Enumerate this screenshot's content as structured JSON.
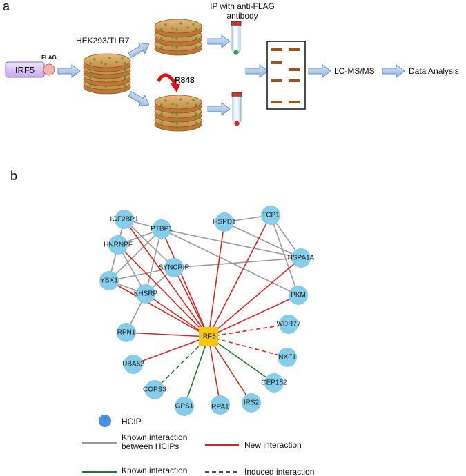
{
  "panel_a": {
    "label": "a",
    "irf5_box": "IRF5",
    "flag_tag": "FLAG",
    "cell_line": "HEK293/TLR7",
    "ip_text_line1": "IP with anti-FLAG",
    "ip_text_line2": "antibody",
    "stimulus": "R848",
    "ms_step": "LC-MS/MS",
    "analysis_step": "Data Analysis"
  },
  "panel_b": {
    "label": "b",
    "center_node": "IRF5",
    "nodes": [
      "IGF2BP1",
      "PTBP1",
      "HSPD1",
      "TCP1",
      "HNRNPF",
      "SYNCRIP",
      "HSPA1A",
      "YBX1",
      "KHSRP",
      "PKM",
      "RPN1",
      "WDR77",
      "NXF1",
      "UBA52",
      "CEP152",
      "COPS3",
      "GPS1",
      "RPA1",
      "IRS2"
    ],
    "edge_colors": {
      "known_between_hcips": "#9a9a9a",
      "new": "#dd2222",
      "known": "#1f7a2e",
      "induced": "#1f7a2e",
      "node_fill": "#86cdea",
      "center_fill": "#f5c518"
    },
    "legend": {
      "hcip": "HCIP",
      "known_between_line1": "Known interaction",
      "known_between_line2": "between HCIPs",
      "new_interaction": "New interaction",
      "known_interaction": "Known interaction",
      "induced_interaction": "Induced interaction"
    }
  }
}
